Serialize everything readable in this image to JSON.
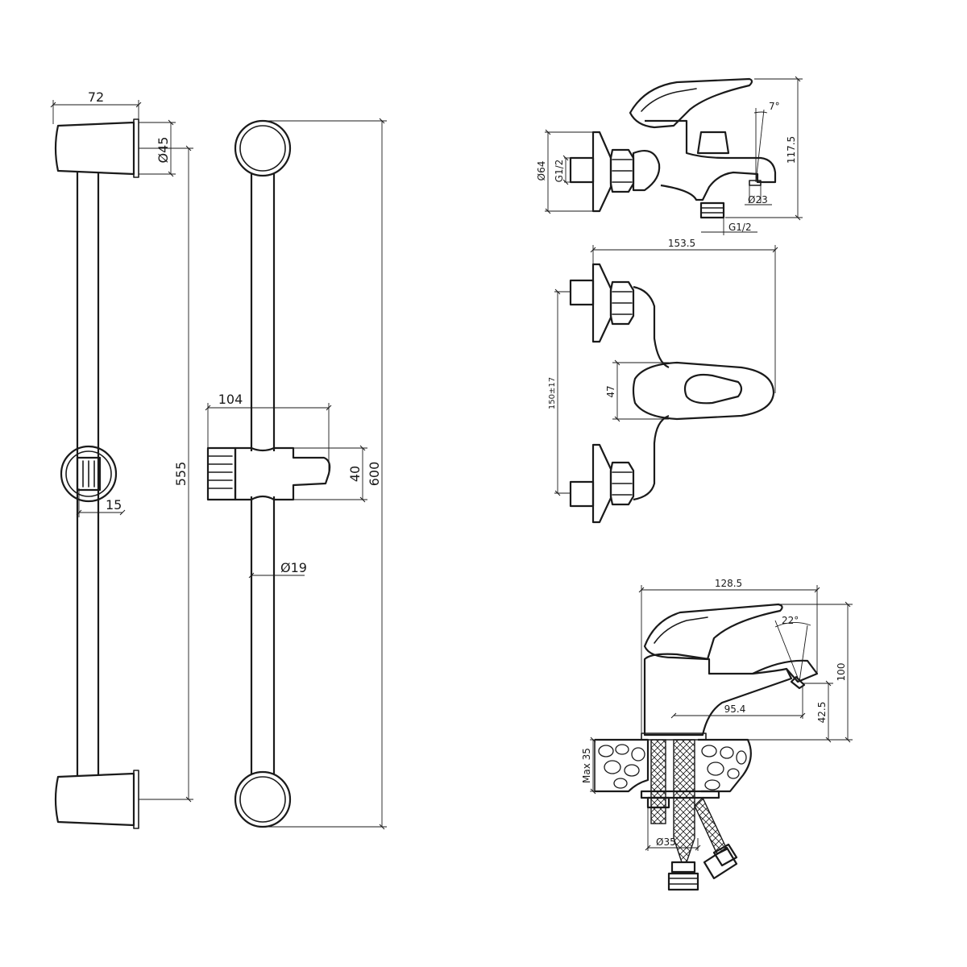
{
  "shower_rail": {
    "side": {
      "width_label": "72",
      "bracket_diameter_label": "Ø45",
      "length_label": "555",
      "holder_label": "15"
    },
    "front": {
      "holder_width_label": "104",
      "holder_height_label": "40",
      "total_height_label": "600",
      "rail_diameter_label": "Ø19"
    }
  },
  "bath_mixer": {
    "side": {
      "height_label": "117.5",
      "angle_label": "7°",
      "base_diameter_label": "Ø64",
      "inlet_thread_label": "G1/2",
      "outlet_thread_label": "G1/2",
      "aerator_diameter_label": "Ø23"
    },
    "top": {
      "width_label": "153.5",
      "center_distance_label": "150±17",
      "body_height_label": "47"
    }
  },
  "basin_mixer": {
    "width_label": "128.5",
    "angle_label": "22°",
    "height_label": "100",
    "spout_height_label": "42.5",
    "spout_reach_label": "95.4",
    "max_thickness_label": "Max 35",
    "hole_diameter_label": "Ø35"
  }
}
